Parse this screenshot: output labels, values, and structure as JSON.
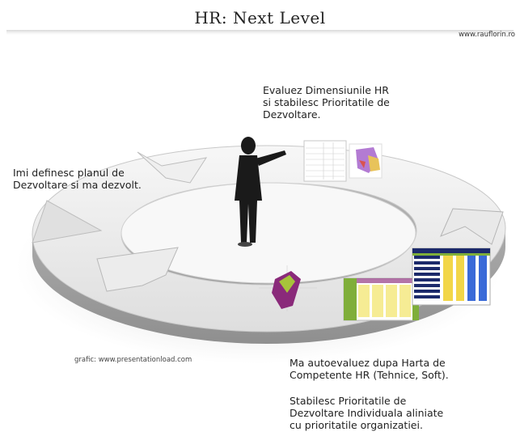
{
  "header": {
    "title": "HR: Next Level",
    "site_credit": "www.rauflorin.ro"
  },
  "steps": {
    "evaluate": "Evaluez Dimensiunile HR\nsi stabilesc Prioritatile de\nDezvoltare.",
    "plan": "Imi definesc planul de\nDezvoltare si ma dezvolt.",
    "self_assess": "Ma autoevaluez dupa Harta de\nCompetente HR (Tehnice, Soft).",
    "priorities": "Stabilesc Prioritatile de\nDezvoltare Individuala aliniate\ncu prioritatile organizatiei."
  },
  "graphic_credit": "grafic: www.presentationload.com",
  "colors": {
    "ring_light": "#f2f2f2",
    "ring_mid": "#d4d4d4",
    "ring_dark": "#a8a8a8",
    "figure": "#1a1a1a",
    "pie_purple": "#8a2a7a",
    "pie_green": "#a7c33a",
    "map_purple": "#b37bd3",
    "table_green": "#7fae3a",
    "table_navy": "#1c2a6b"
  },
  "icons": [
    "businessman-pointing-icon",
    "circular-cycle-arrow-icon"
  ]
}
